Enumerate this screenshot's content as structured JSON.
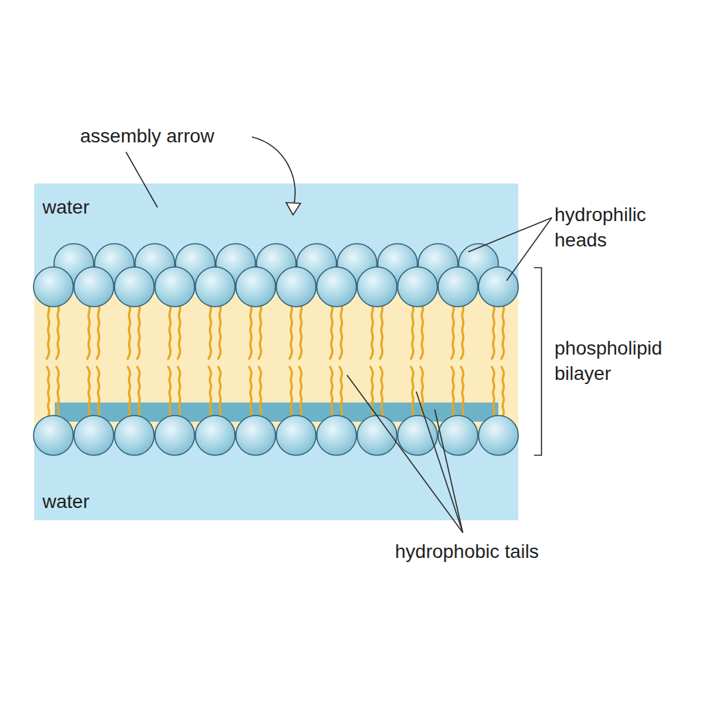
{
  "diagram": {
    "nodes": [
      {
        "text": [
          "water",
          "water"
        ]
      }
    ],
    "labels": [
      "assembly arrow",
      "hydrophilic heads",
      "phospholipid bilayer",
      "hydrophobic tails"
    ]
  }
}
